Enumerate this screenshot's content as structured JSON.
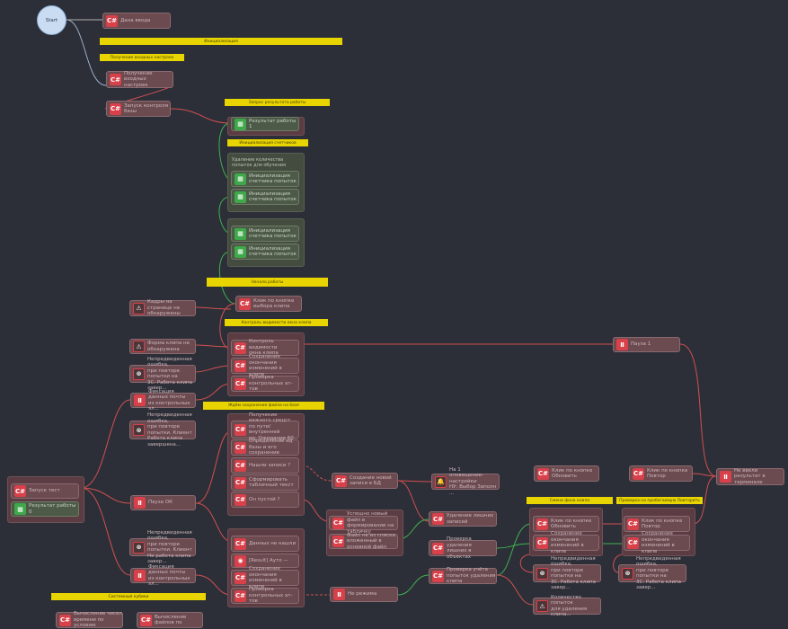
{
  "start": {
    "label": "Start"
  },
  "comments": {
    "init": "Инициализация",
    "get_params": "Получение входных настроек",
    "req_result": "Запрос результата работы",
    "init_counters": "Инициализация счетчиков",
    "start_work": "Начало работы",
    "check_queue": "Контроль видимости окна клипа",
    "wait_form": "Ждём сохранения файла на базе",
    "new_window": "Смена фона клипа",
    "retry_check": "Проверка на пробегаемую Повторить",
    "system_block": "Системный кубики"
  },
  "groups": {
    "counters_label": "Удаление количества попыток для обучения"
  },
  "nodes": {
    "entry": "Дана ввода",
    "fetch_params": "Получение входных\nнастроек",
    "run_check": "Запуск контроля\nбазы",
    "result1": "Результат работы 1",
    "init_count1": "Инициализация\nсчетчика попыток",
    "init_count2": "Инициализация\nсчетчика попыток",
    "init_count3": "Инициализация\nсчетчика попыток",
    "init_count4": "Инициализация\nсчетчика попыток",
    "window_check": "Клик по кнопке\nвыбора клипа",
    "warn_not_found": "Кадры на странице не\nобнаружены",
    "ctrl_visible": "Контроль видимости\nокна клипа",
    "save_changes1": "Сохранение окончания\nизменений в клипе",
    "check_ctrl1": "Проверка\nконтрольных ат-тов",
    "warn_form": "Форма клипа не\nобнаружена",
    "err_limit1": "Непредвиденная ошибка,\nпри повторе попытки на\n3С. Работа клипа завер...",
    "fork1": "Фиксация данных почты\nиз контрольных эл...",
    "err_limit2": "Непредвиденная ошибка,\nпри повторе попытки. Клиент\nРабота клипа завершена...",
    "run_start": "Запуск тест",
    "result0": "Результат работы 0",
    "check_open": "Получение важного средст\nпо пути/внутренней\nпо. Ожидание 60 сек",
    "determine": "Определение ид\nбазы и его сохранение",
    "find_form": "Нашли записи ?",
    "apply_form": "Сформировать\nтабличный текст",
    "empty": "Он пустой ?",
    "pause_ready": "Пауза ОК",
    "err_limit3": "Непредвиденная ошибка,\nпри повторе попытки. Клиент\nНе работа клипа завер...",
    "fork2": "Фиксация данных почты\nиз контрольных эл...",
    "data_none": "Данных не нашли",
    "result_set": "[Result] Ауто —",
    "save_changes2": "Сохранение окончания\nизменений в клипе",
    "check_ctrl2": "Проверка\nконтрольных ат-тов",
    "create_new": "Создание новой\nзаписи в БД",
    "bell_note": "На 1\nоповещение-настройки\nНУ: Выбор Заполн ...",
    "note_a": "Успешно новый файл в\nформировании на табличку",
    "note_b": "Файл не из списка\nвложенный в основной файл",
    "remove_link": "Удаление лишних\nзаписей",
    "checks_unlink": "Проверка удаления\nлишних в объектах",
    "pause_main": "Не режима",
    "pause_wait": "Пауза 1",
    "click_confirm": "Клик по кнопке\nПовтор",
    "close_win": "Клик по кнопке\nОбновить",
    "click_new": "Клик по кнопке\nОбновить",
    "save_changes3": "Сохранение окончания\nизменений в клипе",
    "save_changes4": "Сохранение окончания\nизменений в клипе",
    "retry_click": "Клик по кнопке\nПовтор",
    "pause_right": "Не ввели результат в\nтерминале",
    "err_limit4": "Непредвиденная ошибка,\nпри повторе попытки на\n3С. Работа клипа завер...",
    "err_limit5": "Непредвиденная ошибка,\nпри повторе попытки на\n3С. Работа клипа завер...",
    "checks_sum": "Проверка учёта\nпопыток удаления клипа",
    "warn_attempts": "Количество попыток\nдля удаления клипа...",
    "sys1": "Вычисление чисел\nвремени по условию",
    "sys2": "Вычисление\nфайлов по"
  }
}
